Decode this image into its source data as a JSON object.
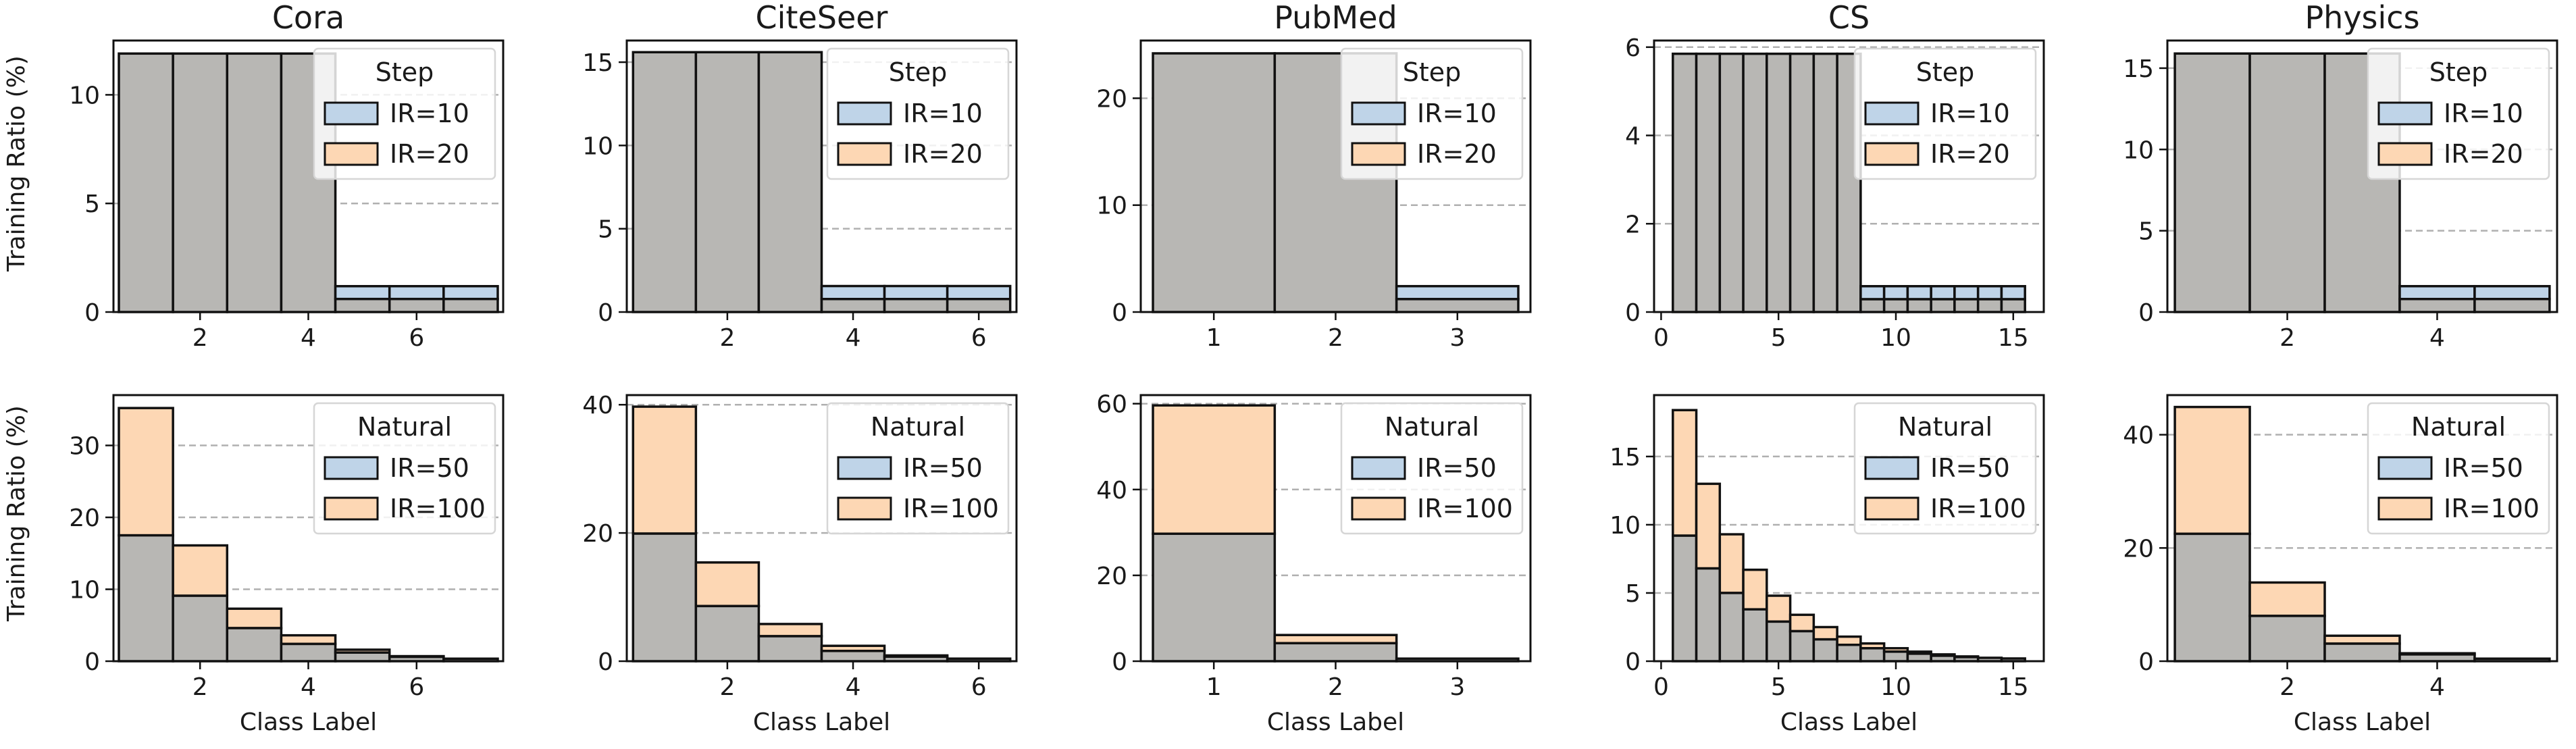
{
  "figure": {
    "row_ylabel": "Training Ratio (%)",
    "xlabel": "Class Label",
    "colors": {
      "light_series": "#bfd4e8",
      "heavy_series": "#fdd7b4",
      "overlap": "#b8b7b4",
      "edge": "#111111",
      "grid": "#b0b0b0"
    }
  },
  "chart_data": [
    {
      "type": "bar",
      "title": "Cora",
      "legend": {
        "title": "Step",
        "entries": [
          "IR=10",
          "IR=20"
        ],
        "placement": "top-right"
      },
      "x": [
        1,
        2,
        3,
        4,
        5,
        6,
        7
      ],
      "series": [
        {
          "name": "IR=10",
          "values": [
            11.9,
            11.9,
            11.9,
            11.9,
            1.19,
            1.19,
            1.19
          ]
        },
        {
          "name": "IR=20",
          "values": [
            11.9,
            11.9,
            11.9,
            11.9,
            0.6,
            0.6,
            0.6
          ]
        }
      ],
      "xlim": [
        0.4,
        7.6
      ],
      "ylim": [
        0,
        12.5
      ],
      "xticks": [
        2,
        4,
        6
      ],
      "yticks": [
        0,
        5,
        10
      ],
      "xlabel": "",
      "ylabel": "Training Ratio (%)",
      "grid": "y-dashed"
    },
    {
      "type": "bar",
      "title": "CiteSeer",
      "legend": {
        "title": "Step",
        "entries": [
          "IR=10",
          "IR=20"
        ],
        "placement": "top-right"
      },
      "x": [
        1,
        2,
        3,
        4,
        5,
        6
      ],
      "series": [
        {
          "name": "IR=10",
          "values": [
            15.6,
            15.6,
            15.6,
            1.56,
            1.56,
            1.56
          ]
        },
        {
          "name": "IR=20",
          "values": [
            15.6,
            15.6,
            15.6,
            0.78,
            0.78,
            0.78
          ]
        }
      ],
      "xlim": [
        0.4,
        6.6
      ],
      "ylim": [
        0,
        16.3
      ],
      "xticks": [
        2,
        4,
        6
      ],
      "yticks": [
        0,
        5,
        10,
        15
      ],
      "xlabel": "",
      "ylabel": "",
      "grid": "y-dashed"
    },
    {
      "type": "bar",
      "title": "PubMed",
      "legend": {
        "title": "Step",
        "entries": [
          "IR=10",
          "IR=20"
        ],
        "placement": "top-right"
      },
      "x": [
        1,
        2,
        3
      ],
      "series": [
        {
          "name": "IR=10",
          "values": [
            24.2,
            24.2,
            2.42
          ]
        },
        {
          "name": "IR=20",
          "values": [
            24.2,
            24.2,
            1.21
          ]
        }
      ],
      "xlim": [
        0.4,
        3.6
      ],
      "ylim": [
        0,
        25.4
      ],
      "xticks": [
        1,
        2,
        3
      ],
      "yticks": [
        0,
        10,
        20
      ],
      "xlabel": "",
      "ylabel": "",
      "grid": "y-dashed"
    },
    {
      "type": "bar",
      "title": "CS",
      "legend": {
        "title": "Step",
        "entries": [
          "IR=10",
          "IR=20"
        ],
        "placement": "top-right"
      },
      "x": [
        1,
        2,
        3,
        4,
        5,
        6,
        7,
        8,
        9,
        10,
        11,
        12,
        13,
        14,
        15
      ],
      "series": [
        {
          "name": "IR=10",
          "values": [
            5.85,
            5.85,
            5.85,
            5.85,
            5.85,
            5.85,
            5.85,
            5.85,
            0.585,
            0.585,
            0.585,
            0.585,
            0.585,
            0.585,
            0.585
          ]
        },
        {
          "name": "IR=20",
          "values": [
            5.85,
            5.85,
            5.85,
            5.85,
            5.85,
            5.85,
            5.85,
            5.85,
            0.29,
            0.29,
            0.29,
            0.29,
            0.29,
            0.29,
            0.29
          ]
        }
      ],
      "xlim": [
        -0.3,
        16.3
      ],
      "ylim": [
        0,
        6.15
      ],
      "xticks": [
        0,
        5,
        10,
        15
      ],
      "yticks": [
        0,
        2,
        4,
        6
      ],
      "xlabel": "",
      "ylabel": "",
      "grid": "y-dashed"
    },
    {
      "type": "bar",
      "title": "Physics",
      "legend": {
        "title": "Step",
        "entries": [
          "IR=10",
          "IR=20"
        ],
        "placement": "top-right"
      },
      "x": [
        1,
        2,
        3,
        4,
        5
      ],
      "series": [
        {
          "name": "IR=10",
          "values": [
            15.9,
            15.9,
            15.9,
            1.59,
            1.59
          ]
        },
        {
          "name": "IR=20",
          "values": [
            15.9,
            15.9,
            15.9,
            0.8,
            0.8
          ]
        }
      ],
      "xlim": [
        0.4,
        5.6
      ],
      "ylim": [
        0,
        16.7
      ],
      "xticks": [
        2,
        4
      ],
      "yticks": [
        0,
        5,
        10,
        15
      ],
      "xlabel": "",
      "ylabel": "",
      "grid": "y-dashed"
    },
    {
      "type": "bar",
      "title": "",
      "legend": {
        "title": "Natural",
        "entries": [
          "IR=50",
          "IR=100"
        ],
        "placement": "top-right"
      },
      "x": [
        1,
        2,
        3,
        4,
        5,
        6,
        7
      ],
      "series": [
        {
          "name": "IR=50",
          "values": [
            17.5,
            9.1,
            4.6,
            2.4,
            1.2,
            0.6,
            0.35
          ]
        },
        {
          "name": "IR=100",
          "values": [
            35.2,
            16.1,
            7.3,
            3.6,
            1.6,
            0.7,
            0.35
          ]
        }
      ],
      "xlim": [
        0.4,
        7.6
      ],
      "ylim": [
        0,
        37
      ],
      "xticks": [
        2,
        4,
        6
      ],
      "yticks": [
        0,
        10,
        20,
        30
      ],
      "xlabel": "Class Label",
      "ylabel": "Training Ratio (%)",
      "grid": "y-dashed"
    },
    {
      "type": "bar",
      "title": "",
      "legend": {
        "title": "Natural",
        "entries": [
          "IR=50",
          "IR=100"
        ],
        "placement": "top-right"
      },
      "x": [
        1,
        2,
        3,
        4,
        5,
        6
      ],
      "series": [
        {
          "name": "IR=50",
          "values": [
            19.9,
            8.6,
            3.9,
            1.6,
            0.7,
            0.4
          ]
        },
        {
          "name": "IR=100",
          "values": [
            39.7,
            15.4,
            5.8,
            2.4,
            0.9,
            0.4
          ]
        }
      ],
      "xlim": [
        0.4,
        6.6
      ],
      "ylim": [
        0,
        41.5
      ],
      "xticks": [
        2,
        4,
        6
      ],
      "yticks": [
        0,
        20,
        40
      ],
      "xlabel": "Class Label",
      "ylabel": "",
      "grid": "y-dashed"
    },
    {
      "type": "bar",
      "title": "",
      "legend": {
        "title": "Natural",
        "entries": [
          "IR=50",
          "IR=100"
        ],
        "placement": "top-right"
      },
      "x": [
        1,
        2,
        3
      ],
      "series": [
        {
          "name": "IR=50",
          "values": [
            29.7,
            4.2,
            0.6
          ]
        },
        {
          "name": "IR=100",
          "values": [
            59.6,
            6.1,
            0.6
          ]
        }
      ],
      "xlim": [
        0.4,
        3.6
      ],
      "ylim": [
        0,
        62
      ],
      "xticks": [
        1,
        2,
        3
      ],
      "yticks": [
        0,
        20,
        40,
        60
      ],
      "xlabel": "Class Label",
      "ylabel": "",
      "grid": "y-dashed"
    },
    {
      "type": "bar",
      "title": "",
      "legend": {
        "title": "Natural",
        "entries": [
          "IR=50",
          "IR=100"
        ],
        "placement": "top-right"
      },
      "x": [
        1,
        2,
        3,
        4,
        5,
        6,
        7,
        8,
        9,
        10,
        11,
        12,
        13,
        14,
        15
      ],
      "series": [
        {
          "name": "IR=50",
          "values": [
            9.2,
            6.8,
            5.0,
            3.8,
            2.9,
            2.2,
            1.6,
            1.2,
            0.95,
            0.7,
            0.55,
            0.4,
            0.3,
            0.25,
            0.2
          ]
        },
        {
          "name": "IR=100",
          "values": [
            18.4,
            13.0,
            9.3,
            6.7,
            4.8,
            3.4,
            2.5,
            1.8,
            1.3,
            0.95,
            0.7,
            0.5,
            0.35,
            0.25,
            0.2
          ]
        }
      ],
      "xlim": [
        -0.3,
        16.3
      ],
      "ylim": [
        0,
        19.5
      ],
      "xticks": [
        0,
        5,
        10,
        15
      ],
      "yticks": [
        0,
        5,
        10,
        15
      ],
      "xlabel": "Class Label",
      "ylabel": "",
      "grid": "y-dashed"
    },
    {
      "type": "bar",
      "title": "",
      "legend": {
        "title": "Natural",
        "entries": [
          "IR=50",
          "IR=100"
        ],
        "placement": "top-right"
      },
      "x": [
        1,
        2,
        3,
        4,
        5
      ],
      "series": [
        {
          "name": "IR=50",
          "values": [
            22.5,
            8.0,
            3.1,
            1.2,
            0.45
          ]
        },
        {
          "name": "IR=100",
          "values": [
            44.9,
            13.9,
            4.5,
            1.4,
            0.45
          ]
        }
      ],
      "xlim": [
        0.4,
        5.6
      ],
      "ylim": [
        0,
        47
      ],
      "xticks": [
        2,
        4
      ],
      "yticks": [
        0,
        20,
        40
      ],
      "xlabel": "Class Label",
      "ylabel": "",
      "grid": "y-dashed"
    }
  ]
}
